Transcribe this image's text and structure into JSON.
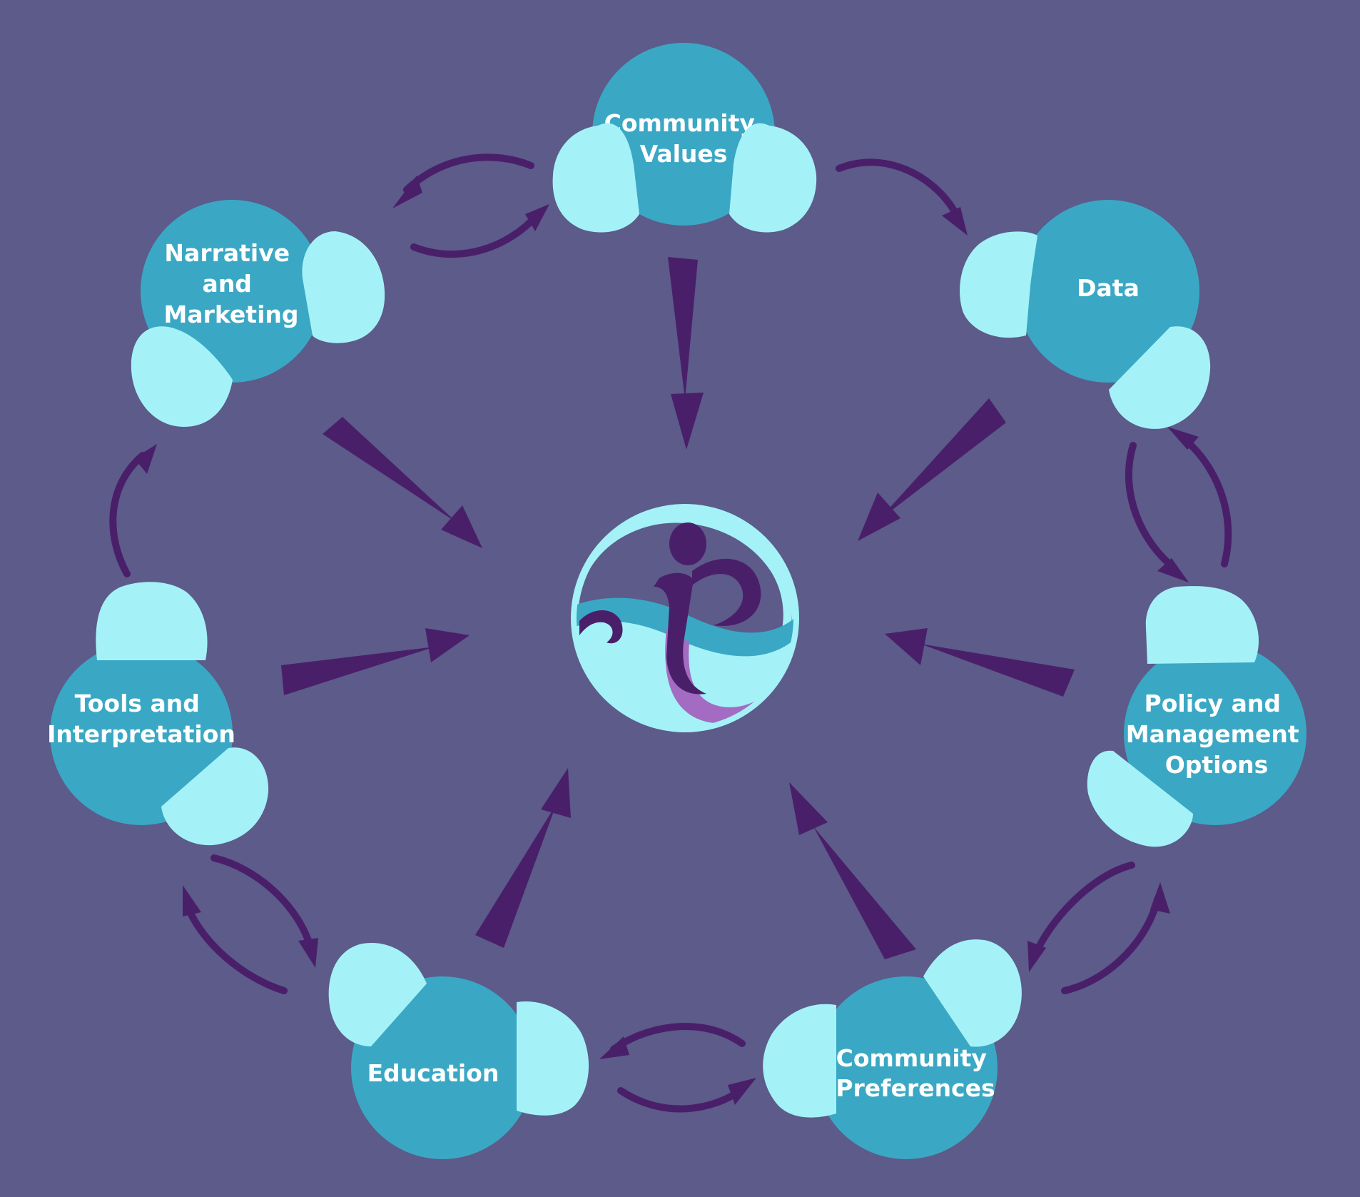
{
  "diagram": {
    "center": {
      "logo": "i-logo-icon"
    },
    "nodes": [
      {
        "id": "community-values",
        "lines": [
          "Community",
          "Values"
        ]
      },
      {
        "id": "data",
        "lines": [
          "Data"
        ]
      },
      {
        "id": "policy-management-options",
        "lines": [
          "Policy and",
          "Management",
          "Options"
        ]
      },
      {
        "id": "community-preferences",
        "lines": [
          "Community",
          "Preferences"
        ]
      },
      {
        "id": "education",
        "lines": [
          "Education"
        ]
      },
      {
        "id": "tools-interpretation",
        "lines": [
          "Tools and",
          "Interpretation"
        ]
      },
      {
        "id": "narrative-marketing",
        "lines": [
          "Narrative",
          "and",
          "Marketing"
        ]
      }
    ],
    "colors": {
      "background": "#5c5b8a",
      "node": "#3aa8c4",
      "connector_blob": "#a4f2f7",
      "arrow": "#4a1f6a",
      "logo_light": "#a4f2f7",
      "logo_teal": "#3aa8c4",
      "logo_purple": "#a36cc2",
      "logo_dark": "#4a1f6a"
    }
  }
}
